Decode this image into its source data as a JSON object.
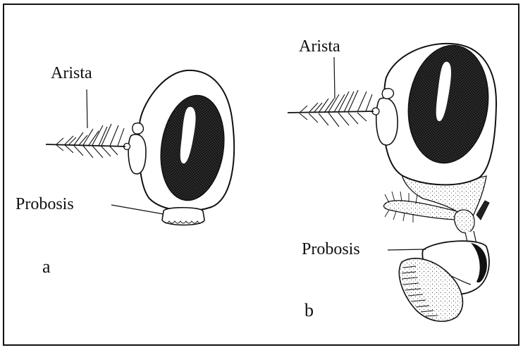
{
  "panels": [
    {
      "letter": "a",
      "labels": {
        "arista": "Arista",
        "proboscis": "Probosis"
      }
    },
    {
      "letter": "b",
      "labels": {
        "arista": "Arista",
        "proboscis": "Probosis"
      }
    }
  ],
  "colors": {
    "ink": "#111111",
    "eye_fill": "#2a2a2a",
    "background": "#ffffff"
  }
}
